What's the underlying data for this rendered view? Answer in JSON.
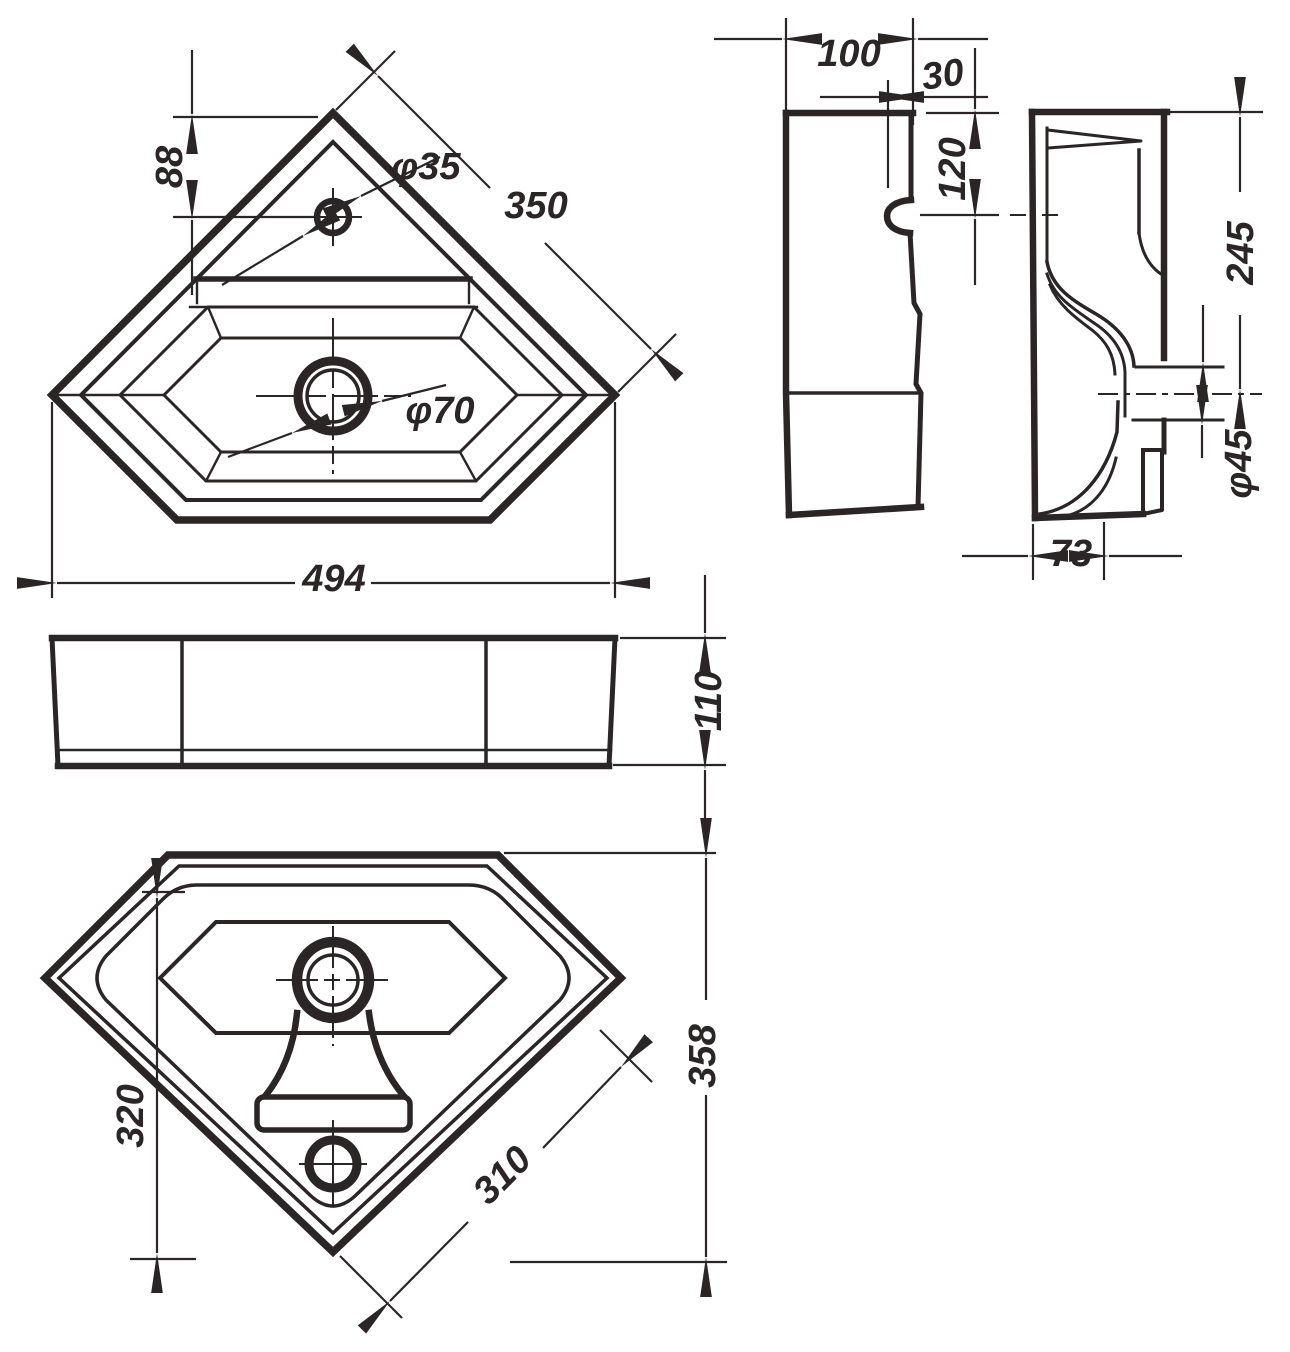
{
  "drawing": {
    "plan_view": {
      "offset_top_to_faucet": "88",
      "back_edge_length": "350",
      "faucet_hole_diameter": "φ35",
      "drain_hole_diameter": "φ70",
      "overall_width": "494"
    },
    "side_profile_view": {
      "wall_to_faucet": "100",
      "faucet_to_front": "30",
      "top_to_faucet_drop": "120"
    },
    "section_view": {
      "overall_height": "245",
      "outlet_diameter": "φ45",
      "base_depth": "73"
    },
    "front_view": {
      "apron_height": "110"
    },
    "bottom_view": {
      "edge_offset": "320",
      "side_edge_length": "310",
      "overall_depth": "358"
    }
  },
  "colors": {
    "ink": "#2b2526",
    "paper": "#ffffff"
  }
}
